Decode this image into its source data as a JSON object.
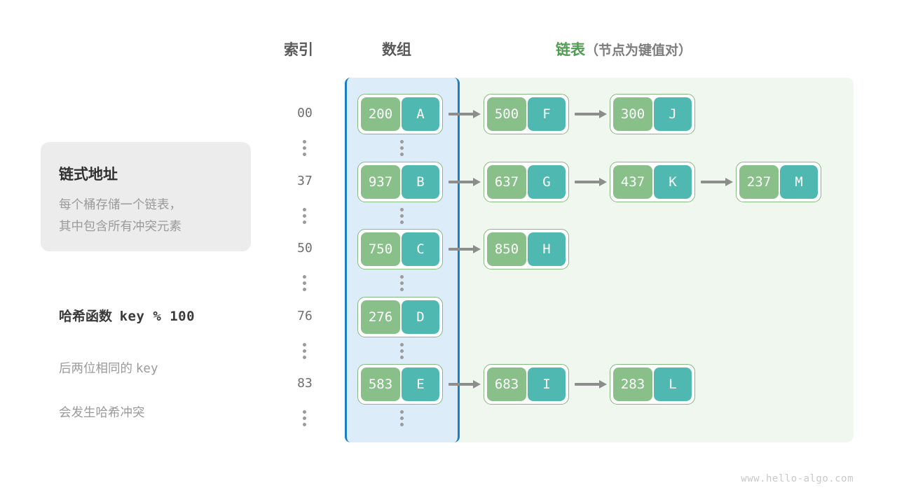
{
  "headers": {
    "index": "索引",
    "array": "数组",
    "list_highlight": "链表",
    "list_sub": "（节点为键值对）"
  },
  "info_card": {
    "title": "链式地址",
    "body": "每个桶存储一个链表，\n其中包含所有冲突元素"
  },
  "hash_note": {
    "label": "哈希函数",
    "formula": "key % 100",
    "desc_line1_prefix": "后两位相同的",
    "desc_key": "key",
    "desc_line2": "会发生哈希冲突"
  },
  "colors": {
    "key_cell": "#89c08a",
    "value_cell": "#4fb8b0",
    "node_border": "#84b97f",
    "array_region_bg": "#dcecf8",
    "array_region_border": "#1c7ec4",
    "list_region_bg": "#eff7ef",
    "arrow": "#8d8d8d",
    "index_text": "#6f6f6f",
    "header_text": "#5a5a5a",
    "accent_green": "#4f9c52",
    "card_bg": "#ececec",
    "muted_text": "#9a9a9a",
    "watermark": "#c9c9c9"
  },
  "rows": [
    {
      "index": "00",
      "bucket": {
        "key": "200",
        "value": "A"
      },
      "chain": [
        {
          "key": "500",
          "value": "F"
        },
        {
          "key": "300",
          "value": "J"
        }
      ]
    },
    {
      "index": "37",
      "bucket": {
        "key": "937",
        "value": "B"
      },
      "chain": [
        {
          "key": "637",
          "value": "G"
        },
        {
          "key": "437",
          "value": "K"
        },
        {
          "key": "237",
          "value": "M"
        }
      ]
    },
    {
      "index": "50",
      "bucket": {
        "key": "750",
        "value": "C"
      },
      "chain": [
        {
          "key": "850",
          "value": "H"
        }
      ]
    },
    {
      "index": "76",
      "bucket": {
        "key": "276",
        "value": "D"
      },
      "chain": []
    },
    {
      "index": "83",
      "bucket": {
        "key": "583",
        "value": "E"
      },
      "chain": [
        {
          "key": "683",
          "value": "I"
        },
        {
          "key": "283",
          "value": "L"
        }
      ]
    }
  ],
  "ellipsis_rows": 5,
  "watermark": "www.hello-algo.com"
}
